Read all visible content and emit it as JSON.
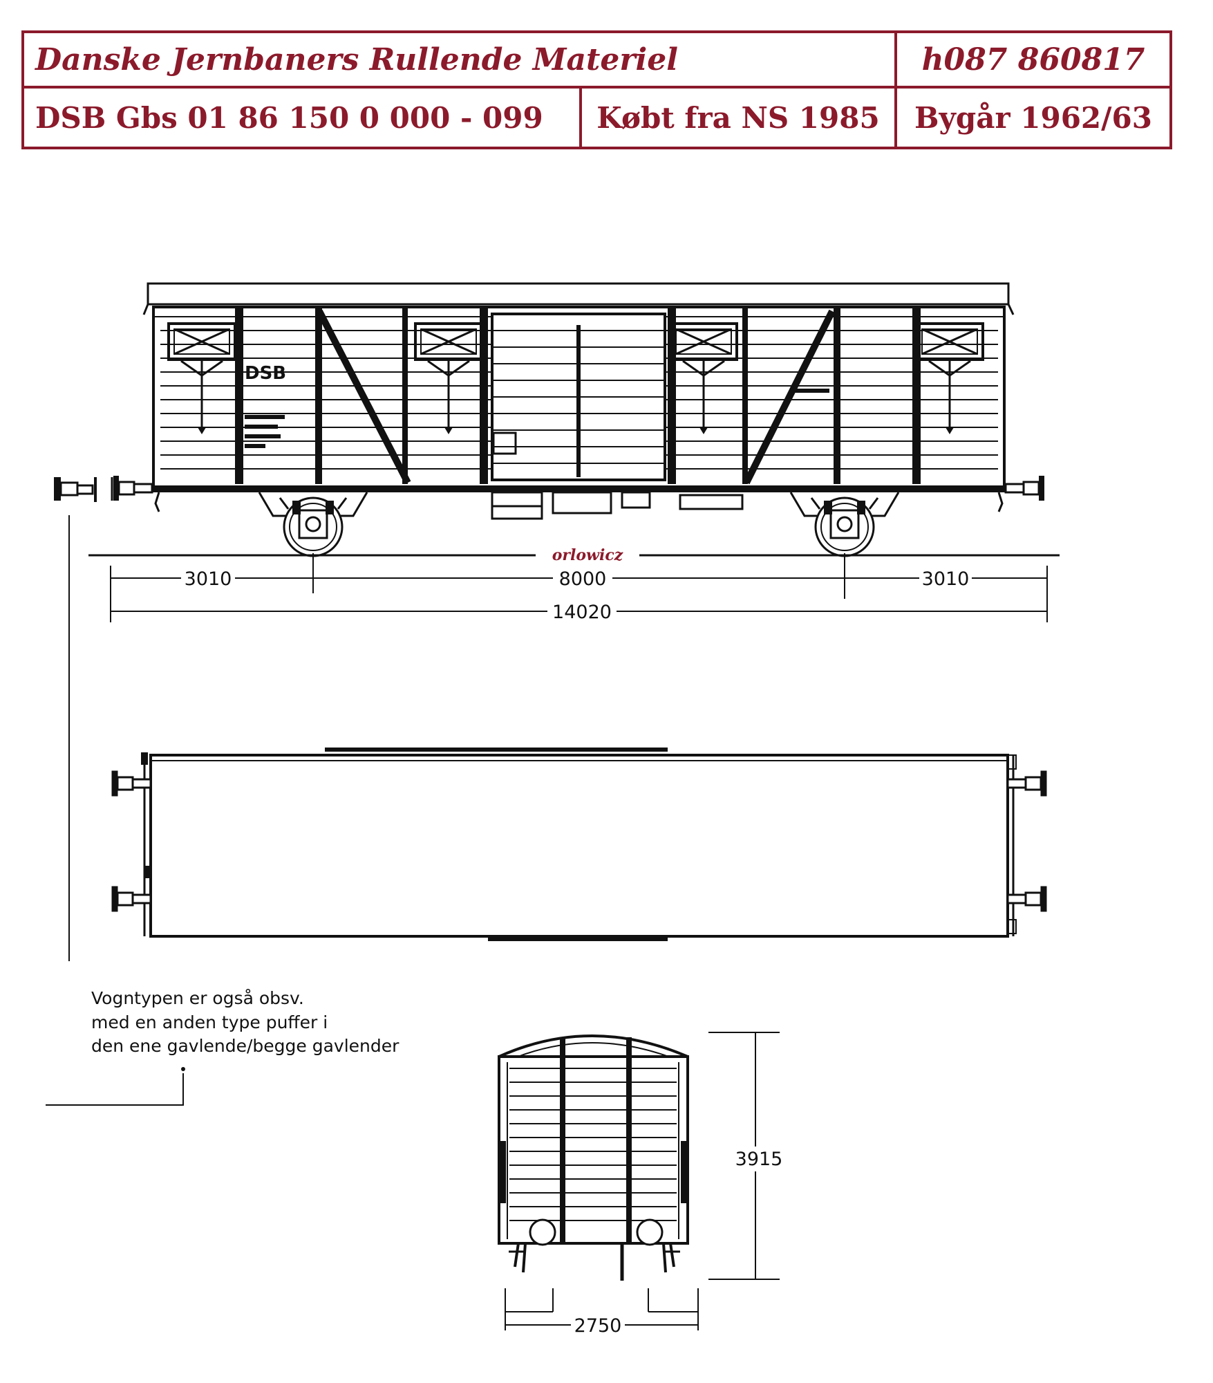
{
  "header": {
    "title": "Danske Jernbaners Rullende Materiel",
    "code": "h087 860817",
    "designation": "DSB Gbs 01 86 150 0 000 - 099",
    "purchase": "Købt fra NS 1985",
    "built": "Bygår 1962/63"
  },
  "drawing": {
    "side_marking": "DSB",
    "watermark": "orlowicz",
    "dimensions": {
      "overhang_left": "3010",
      "wheelbase": "8000",
      "overhang_right": "3010",
      "length_over_buffers": "14020",
      "height": "3915",
      "width": "2750"
    },
    "note_lines": [
      "Vogntypen er også  obsv.",
      "med en anden type puffer i",
      "den ene gavlende/begge gavlender"
    ]
  },
  "colors": {
    "header_accent": "#8b1a2b",
    "line": "#111111"
  }
}
